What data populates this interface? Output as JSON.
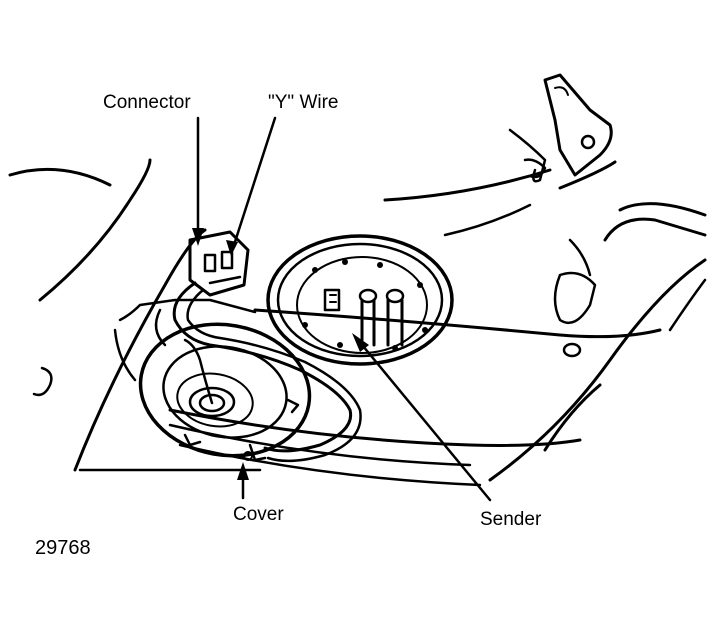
{
  "labels": {
    "connector": "Connector",
    "y_wire": "\"Y\" Wire",
    "cover": "Cover",
    "sender": "Sender"
  },
  "figure_number": "29768",
  "colors": {
    "ink": "#000000",
    "paper": "#ffffff"
  }
}
